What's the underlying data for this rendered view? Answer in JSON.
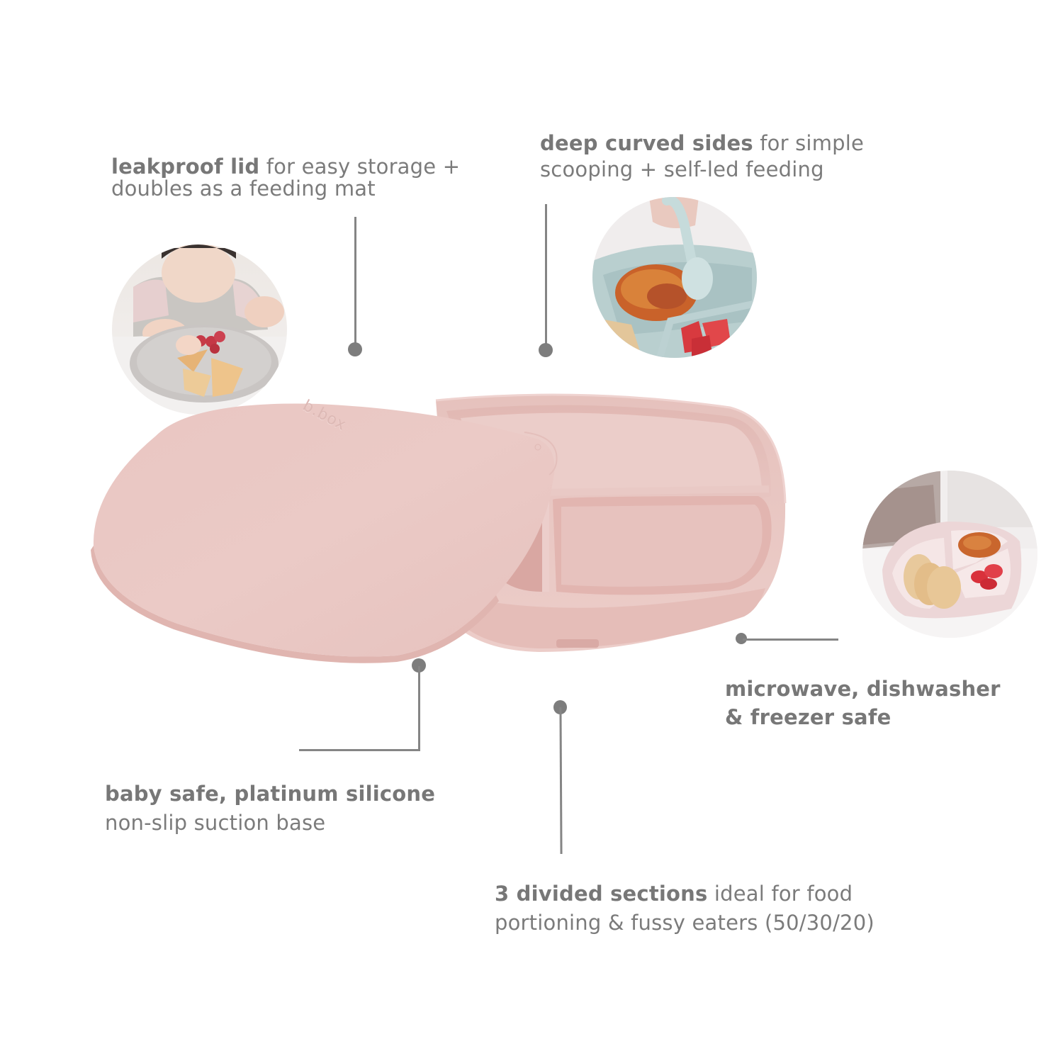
{
  "features": [
    {
      "id": "lid",
      "bold": "leakproof lid",
      "rest_line1": " for easy storage +",
      "line2": "doubles as a feeding mat"
    },
    {
      "id": "curved-sides",
      "bold": "deep curved sides",
      "rest_line1": " for simple",
      "line2": "scooping + self-led feeding"
    },
    {
      "id": "microwave",
      "bold_line1": "microwave, dishwasher",
      "bold_line2": "& freezer safe"
    },
    {
      "id": "silicone",
      "bold": "baby safe, platinum silicone",
      "line2": "non-slip suction base"
    },
    {
      "id": "sections",
      "bold": "3 divided sections",
      "rest_line1": " ideal for food",
      "line2": "portioning & fussy eaters (50/30/20)"
    }
  ],
  "product": {
    "lid_logo": "b.box",
    "color": "#e8c4c0"
  },
  "photos": [
    {
      "id": "baby-eating",
      "description": "baby eating pancakes and raspberries from grey lid mat"
    },
    {
      "id": "spoon-scooping",
      "description": "spoon scooping food from blue divided plate"
    },
    {
      "id": "pink-plate-food",
      "description": "pink divided plate with bread, mince and strawberries"
    }
  ],
  "colors": {
    "text": "#7b7b7b",
    "connector": "#858585",
    "plate_pink": "#e8c4c0",
    "plate_pink_dark": "#ddb1ab",
    "background": "#ffffff"
  }
}
